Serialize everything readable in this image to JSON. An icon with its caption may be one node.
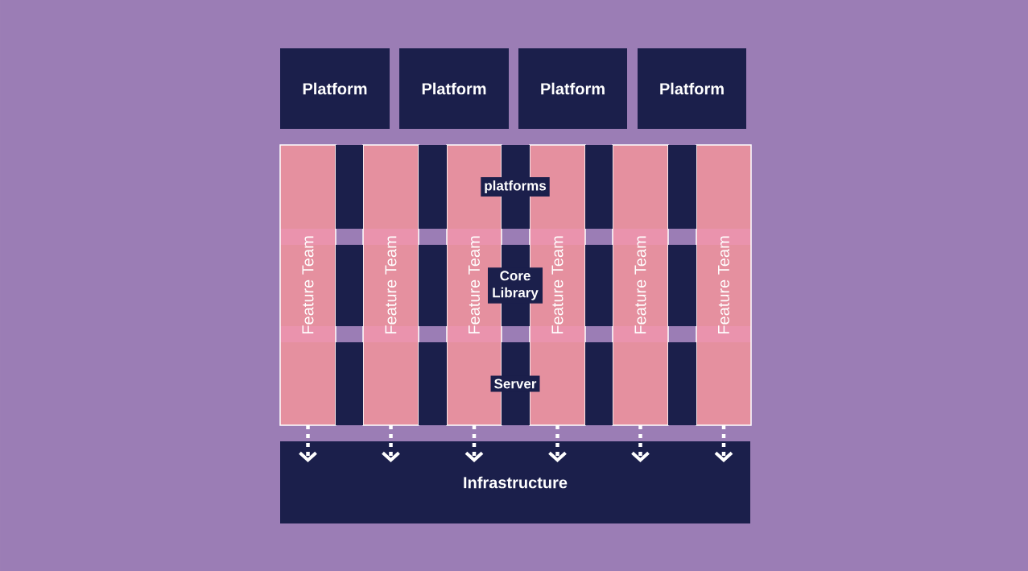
{
  "diagram": {
    "nodes": [
      {
        "text": [
          "Platform"
        ]
      },
      {
        "text": [
          "Platform"
        ]
      },
      {
        "text": [
          "Platform"
        ]
      },
      {
        "text": [
          "Platform"
        ]
      },
      {
        "text": [
          "platforms"
        ]
      },
      {
        "text": [
          "Core Library"
        ]
      },
      {
        "text": [
          "Server"
        ]
      },
      {
        "text": [
          "Feature Team"
        ]
      },
      {
        "text": [
          "Feature Team"
        ]
      },
      {
        "text": [
          "Feature Team"
        ]
      },
      {
        "text": [
          "Feature Team"
        ]
      },
      {
        "text": [
          "Feature Team"
        ]
      },
      {
        "text": [
          "Feature Team"
        ]
      },
      {
        "text": [
          "Infrastructure"
        ]
      }
    ],
    "edges": [
      {
        "from": 7,
        "to": 13,
        "arrow": "to",
        "style": "dashed"
      },
      {
        "from": 8,
        "to": 13,
        "arrow": "to",
        "style": "dashed"
      },
      {
        "from": 9,
        "to": 13,
        "arrow": "to",
        "style": "dashed"
      },
      {
        "from": 10,
        "to": 13,
        "arrow": "to",
        "style": "dashed"
      },
      {
        "from": 11,
        "to": 13,
        "arrow": "to",
        "style": "dashed"
      },
      {
        "from": 12,
        "to": 13,
        "arrow": "to",
        "style": "dashed"
      }
    ]
  }
}
